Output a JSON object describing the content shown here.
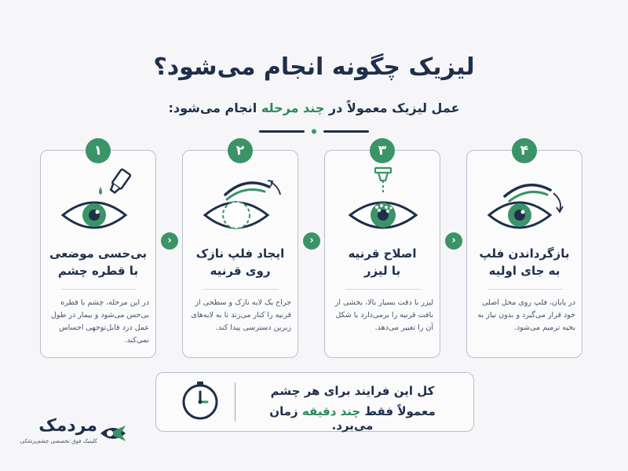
{
  "title": "لیزیک چگونه انجام می‌شود؟",
  "subtitle": {
    "before": "عمل لیزیک معمولاً در ",
    "highlight": "چند مرحله",
    "after": " انجام می‌شود:"
  },
  "steps": [
    {
      "number": "۱",
      "title_line1": "بی‌حسی موضعی",
      "title_line2": "با قطره چشم",
      "desc": "در این مرحله، چشم با قطره بی‌حس می‌شود و بیمار در طول عمل درد قابل‌توجهی احساس نمی‌کند."
    },
    {
      "number": "۲",
      "title_line1": "ایجاد فلپ نازک",
      "title_line2": "روی قرنیه",
      "desc": "جراح یک لایه نازک و سطحی از قرنیه را کنار می‌زند تا به لایه‌های زیرین دسترسی پیدا کند."
    },
    {
      "number": "۳",
      "title_line1": "اصلاح قرنیه",
      "title_line2": "با لیزر",
      "desc": "لیزر با دقت بسیار بالا، بخشی از بافت قرنیه را برمی‌دارد یا شکل آن را تغییر می‌دهد."
    },
    {
      "number": "۴",
      "title_line1": "بازگرداندن فلپ",
      "title_line2": "به جای اولیه",
      "desc": "در پایان، فلپ روی محل اصلی خود قرار می‌گیرد و بدون نیاز به بخیه ترمیم می‌شود."
    }
  ],
  "footer": {
    "line1": "کل این فرایند برای هر چشم",
    "line2_before": "معمولاً فقط ",
    "line2_highlight": "چند دقیقه",
    "line2_after": " زمان می‌برد."
  },
  "logo": {
    "name": "مردمک",
    "tagline": "کلینیک فوق تخصصی چشم‌پزشکی"
  },
  "colors": {
    "accent": "#3a9468",
    "text": "#1f2f4a",
    "border": "#b8c0cc"
  },
  "icons": {
    "step1": "eye-drop-icon",
    "step2": "eye-flap-icon",
    "step3": "laser-eye-icon",
    "step4": "eye-flap-return-icon",
    "footer": "clock-icon",
    "arrow": "chevron-left-icon"
  }
}
